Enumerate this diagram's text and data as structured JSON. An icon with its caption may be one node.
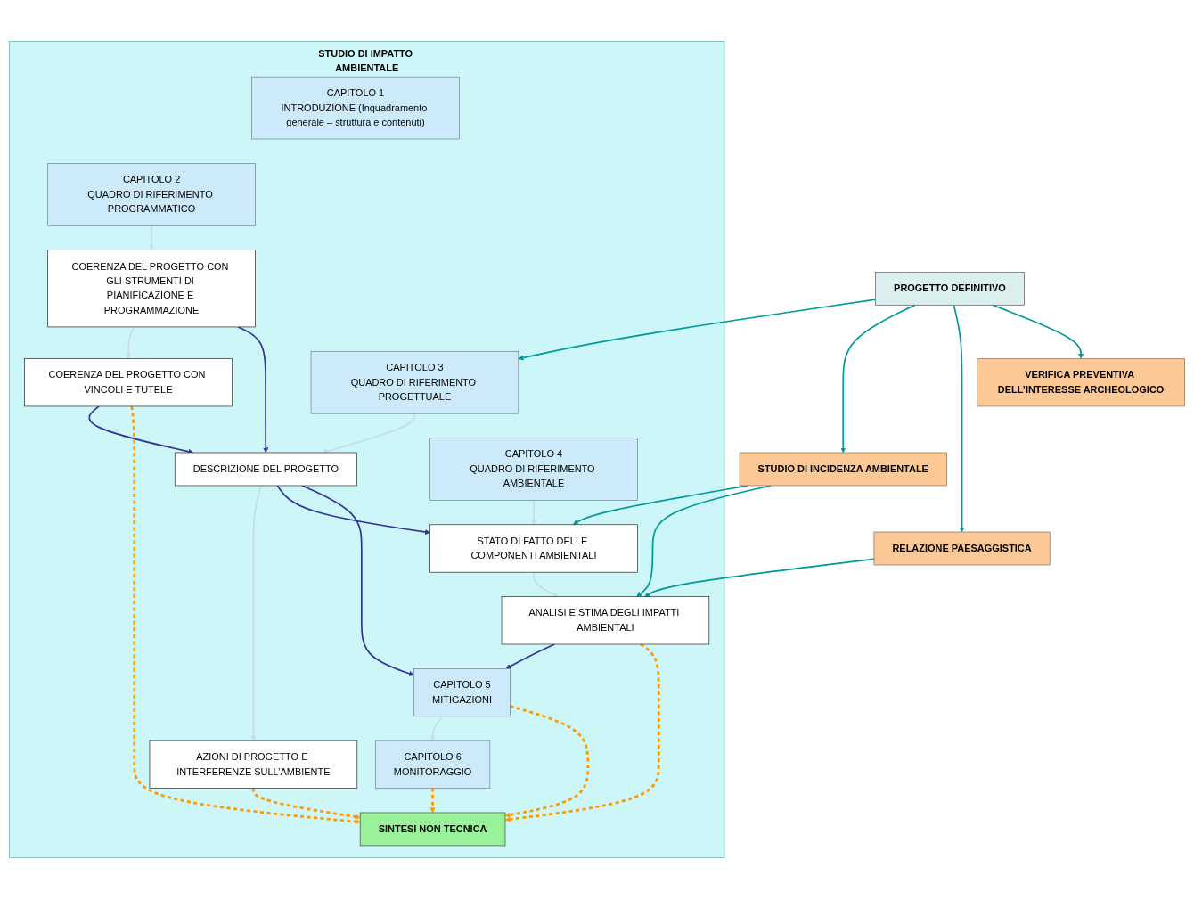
{
  "diagram": {
    "nodes": [
      {
        "text": [
          "STUDIO DI IMPATTO AMBIENTALE"
        ]
      },
      {
        "text": [
          "PROGETTO DEFINITIVO"
        ]
      },
      {
        "text": [
          "CAPITOLO 1",
          "INTRODUZIONE (Inquadramento generale – struttura e contenuti)"
        ],
        "in": 0
      },
      {
        "text": [
          "CAPITOLO 2",
          "QUADRO DI RIFERIMENTO PROGRAMMATICO"
        ],
        "in": 0
      },
      {
        "text": [
          "CAPITOLO 3",
          "QUADRO DI RIFERIMENTO PROGETTUALE"
        ],
        "in": 0
      },
      {
        "text": [
          "CAPITOLO 4",
          "QUADRO DI RIFERIMENTO AMBIENTALE"
        ],
        "in": 0
      },
      {
        "text": [
          "COERENZA DEL PROGETTO CON GLI STRUMENTI DI PIANIFICAZIONE E PROGRAMMAZIONE"
        ],
        "in": 0
      },
      {
        "text": [
          "DESCRIZIONE DEL PROGETTO"
        ],
        "in": 0
      },
      {
        "text": [
          "STATO DI FATTO DELLE COMPONENTI AMBIENTALI"
        ],
        "in": 0
      },
      {
        "text": [
          "STUDIO DI INCIDENZA AMBIENTALE"
        ]
      },
      {
        "text": [
          "COERENZA DEL PROGETTO CON VINCOLI E TUTELE"
        ],
        "in": 0
      },
      {
        "text": [
          "AZIONI DI PROGETTO E INTERFERENZE SULL’AMBIENTE"
        ],
        "in": 0
      },
      {
        "text": [
          "ANALISI E STIMA DEGLI IMPATTI AMBIENTALI"
        ],
        "in": 0
      },
      {
        "text": [
          "RELAZIONE PAESAGGISTICA"
        ]
      },
      {
        "text": [
          "CAPITOLO 5",
          "MITIGAZIONI"
        ],
        "in": 0
      },
      {
        "text": [
          "CAPITOLO 6",
          "MONITORAGGIO"
        ],
        "in": 0
      },
      {
        "text": [
          "VERIFICA PREVENTIVA DELL’INTERESSE ARCHEOLOGICO"
        ]
      },
      {
        "text": [
          "SINTESI NON TECNICA"
        ],
        "in": 0
      }
    ],
    "edges": [
      {
        "from": 1,
        "to": 4,
        "arrow": "to",
        "color": "#009999"
      },
      {
        "from": 1,
        "to": 9,
        "arrow": "to",
        "color": "#009999"
      },
      {
        "from": 1,
        "to": 13,
        "arrow": "to",
        "color": "#009999"
      },
      {
        "from": 1,
        "to": 16,
        "arrow": "to",
        "color": "#009999"
      },
      {
        "from": 9,
        "to": 8,
        "arrow": "to",
        "color": "#009999"
      },
      {
        "from": 9,
        "to": 12,
        "arrow": "to",
        "color": "#009999"
      },
      {
        "from": 13,
        "to": 12,
        "arrow": "to",
        "color": "#009999"
      },
      {
        "from": 3,
        "to": 6,
        "arrow": "to",
        "color": "#c5dde6"
      },
      {
        "from": 6,
        "to": 10,
        "arrow": "to",
        "color": "#c5dde6"
      },
      {
        "from": 4,
        "to": 7,
        "arrow": "to",
        "color": "#c5dde6"
      },
      {
        "from": 7,
        "to": 11,
        "arrow": "to",
        "color": "#c5dde6"
      },
      {
        "from": 5,
        "to": 8,
        "arrow": "to",
        "color": "#c5dde6"
      },
      {
        "from": 8,
        "to": 12,
        "arrow": "to",
        "color": "#c5dde6"
      },
      {
        "from": 6,
        "to": 7,
        "arrow": "to",
        "color": "#333399"
      },
      {
        "from": 10,
        "to": 7,
        "arrow": "to",
        "color": "#333399"
      },
      {
        "from": 7,
        "to": 8,
        "arrow": "to",
        "color": "#333399"
      },
      {
        "from": 7,
        "to": 14,
        "arrow": "to",
        "color": "#333399"
      },
      {
        "from": 12,
        "to": 14,
        "arrow": "to",
        "color": "#333399"
      },
      {
        "from": 14,
        "to": 15,
        "arrow": "to",
        "color": "#c5dde6"
      },
      {
        "from": 10,
        "to": 17,
        "arrow": "to",
        "style": "dashed",
        "color": "#ff9900"
      },
      {
        "from": 11,
        "to": 17,
        "arrow": "to",
        "style": "dashed",
        "color": "#ff9900"
      },
      {
        "from": 14,
        "to": 17,
        "arrow": "to",
        "style": "dashed",
        "color": "#ff9900"
      },
      {
        "from": 12,
        "to": 17,
        "arrow": "to",
        "style": "dashed",
        "color": "#ff9900"
      },
      {
        "from": 15,
        "to": 17,
        "arrow": "to",
        "style": "dashed",
        "color": "#ff9900"
      }
    ]
  }
}
